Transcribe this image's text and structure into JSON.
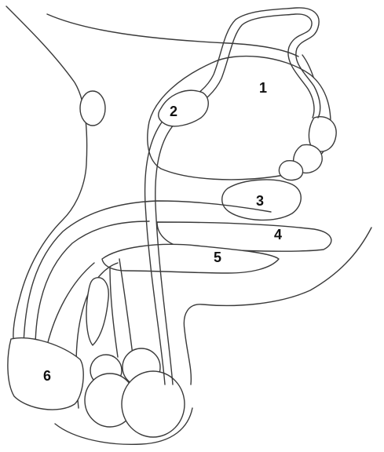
{
  "labels": {
    "l1": "1",
    "l2": "2",
    "l3": "3",
    "l4": "4",
    "l5": "5",
    "l6": "6"
  },
  "colors": {
    "line": "#3a3a3a",
    "background": "#ffffff",
    "text": "#111111"
  }
}
